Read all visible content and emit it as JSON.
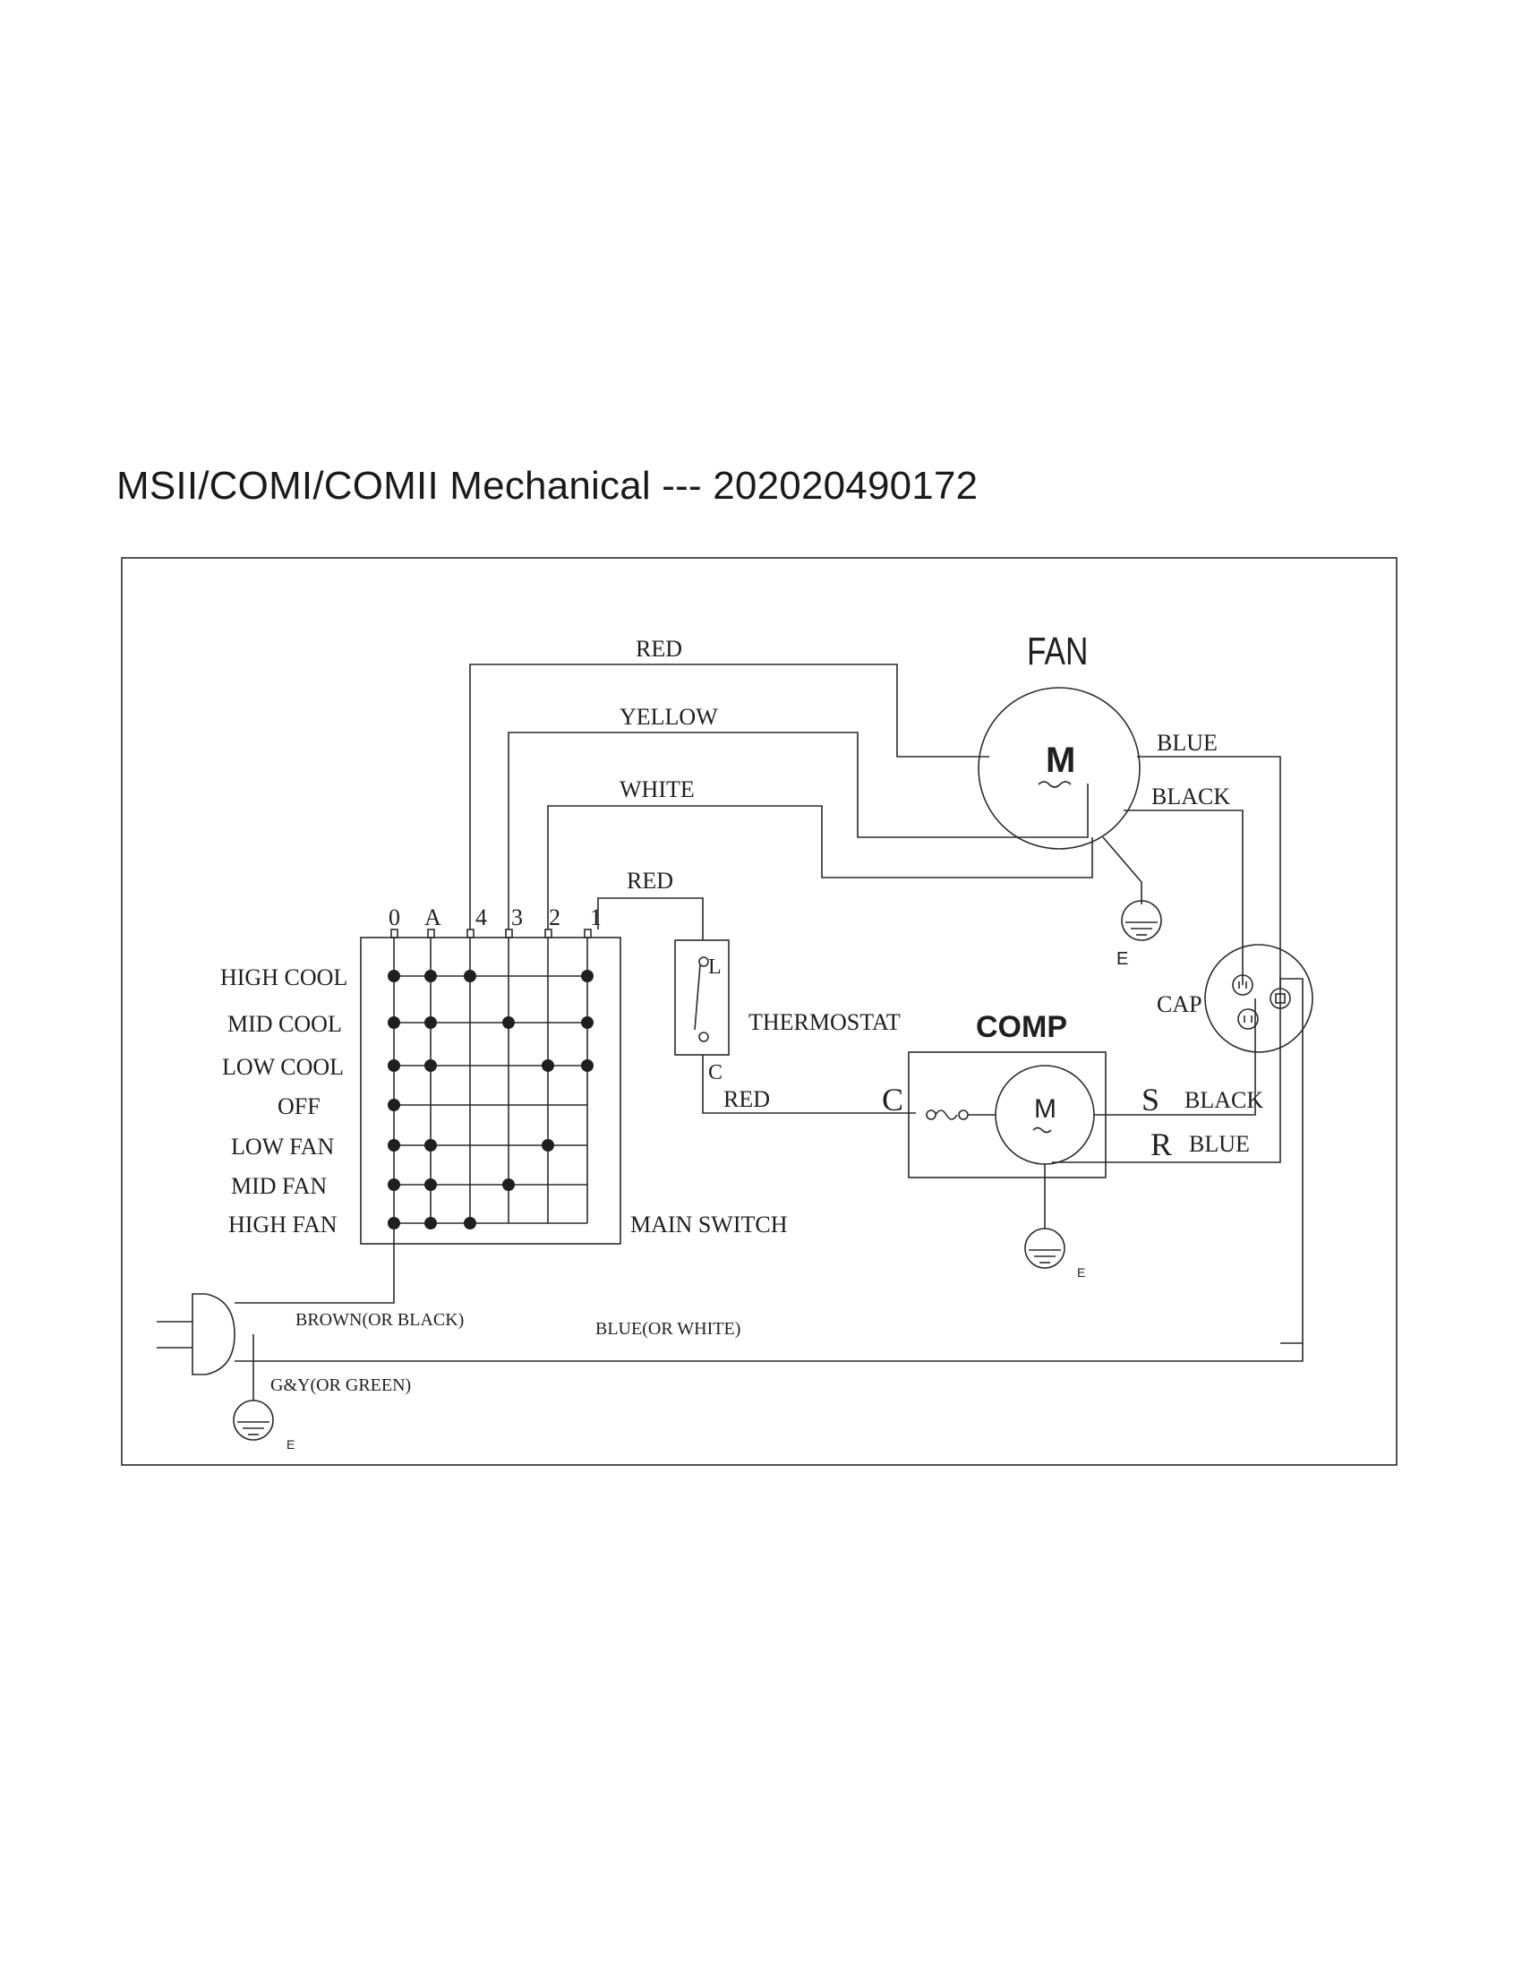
{
  "title": "MSII/COMI/COMII Mechanical --- 202020490172",
  "fan": {
    "label": "FAN",
    "motor": "M"
  },
  "comp": {
    "label": "COMP",
    "motor": "M",
    "terminal_c": "C",
    "terminal_s": "S",
    "terminal_r": "R"
  },
  "cap": {
    "label": "CAP"
  },
  "thermostat": {
    "label": "THERMOSTAT",
    "terminal_l": "L",
    "terminal_c": "C"
  },
  "main_switch": {
    "label": "MAIN SWITCH",
    "columns": [
      "0",
      "A",
      "4",
      "3",
      "2",
      "1"
    ],
    "rows": [
      "HIGH COOL",
      "MID COOL",
      "LOW COOL",
      "OFF",
      "LOW FAN",
      "MID FAN",
      "HIGH FAN"
    ]
  },
  "wires": {
    "red_top": "RED",
    "yellow": "YELLOW",
    "white": "WHITE",
    "red_thermostat": "RED",
    "red_comp": "RED",
    "blue_fan": "BLUE",
    "black_fan": "BLACK",
    "black_comp": "BLACK",
    "blue_comp": "BLUE",
    "brown": "BROWN(OR BLACK)",
    "blue_white": "BLUE(OR WHITE)",
    "ground": "G&Y(OR GREEN)"
  },
  "ground_labels": {
    "fan": "E",
    "comp": "E",
    "plug": "E"
  }
}
